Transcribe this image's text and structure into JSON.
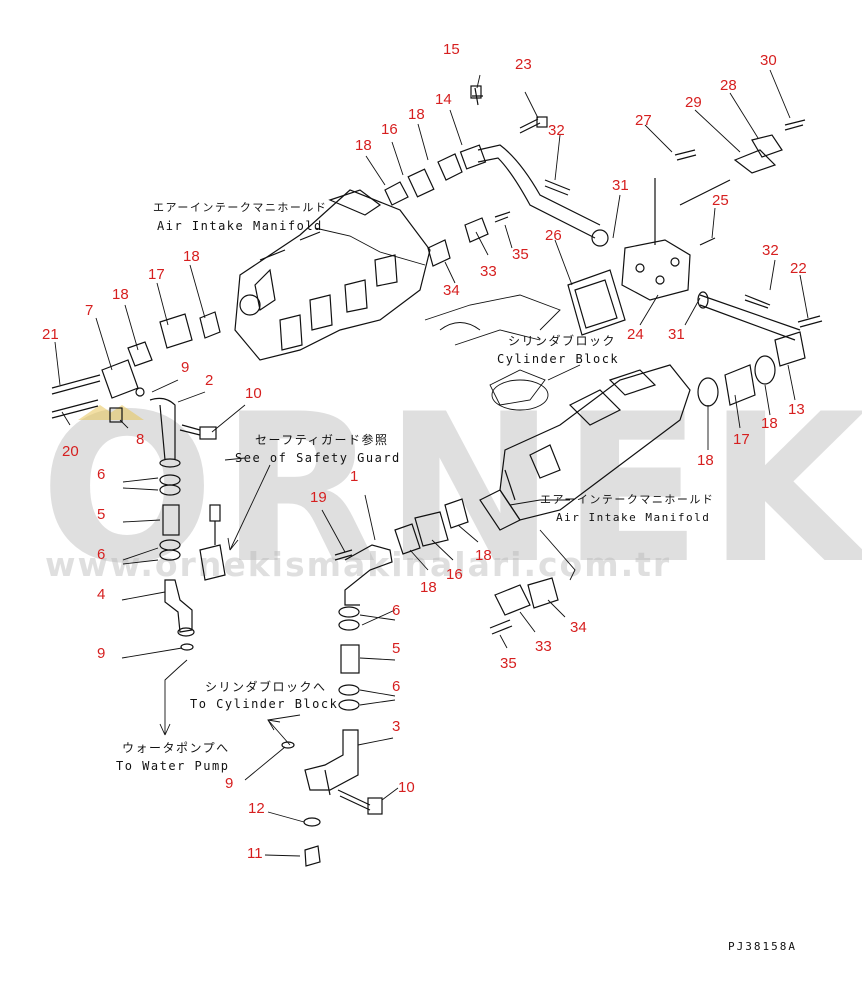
{
  "watermark": {
    "brand": "ORNEK",
    "url": "www.ornekismakinalari.com.tr"
  },
  "drawing_code": "PJ38158A",
  "labels": {
    "air_intake_upper_jp": "エアーインテークマニホールド",
    "air_intake_upper_en": "Air Intake Manifold",
    "cylinder_block_jp": "シリンダブロック",
    "cylinder_block_en": "Cylinder Block",
    "safety_guard_jp": "セーフティガード参照",
    "safety_guard_en": "See of Safety Guard",
    "to_cylinder_block_jp": "シリンダブロックへ",
    "to_cylinder_block_en": "To Cylinder Block",
    "to_water_pump_jp": "ウォータポンプへ",
    "to_water_pump_en": "To Water Pump",
    "air_intake_lower_jp": "エアーインテークマニホールド",
    "air_intake_lower_en": "Air Intake Manifold"
  },
  "callouts": [
    "15",
    "23",
    "14",
    "18",
    "16",
    "18",
    "32",
    "27",
    "29",
    "28",
    "30",
    "31",
    "25",
    "26",
    "33",
    "35",
    "34",
    "32",
    "22",
    "24",
    "31",
    "13",
    "18",
    "17",
    "18",
    "21",
    "7",
    "18",
    "17",
    "18",
    "9",
    "2",
    "10",
    "8",
    "20",
    "6",
    "5",
    "6",
    "4",
    "9",
    "19",
    "1",
    "18",
    "16",
    "18",
    "6",
    "5",
    "6",
    "3",
    "10",
    "9",
    "12",
    "11",
    "33",
    "34",
    "35"
  ]
}
